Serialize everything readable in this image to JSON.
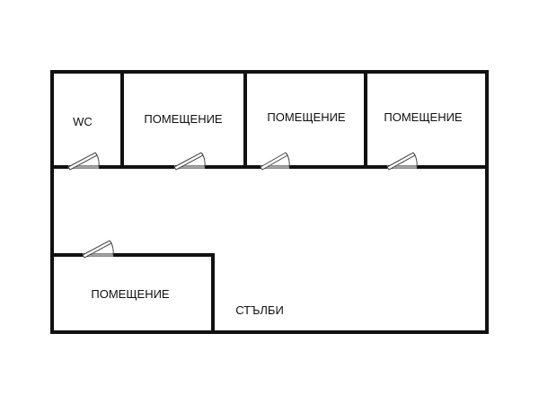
{
  "colors": {
    "background": "#ffffff",
    "wall": "#111111",
    "door": "#444444",
    "text": "#111111"
  },
  "rooms": {
    "wc": "WC",
    "room_1": "ПОМЕЩЕНИЕ",
    "room_2": "ПОМЕЩЕНИЕ",
    "room_3": "ПОМЕЩЕНИЕ",
    "room_4": "ПОМЕЩЕНИЕ",
    "stairs": "СТЪЛБИ"
  }
}
